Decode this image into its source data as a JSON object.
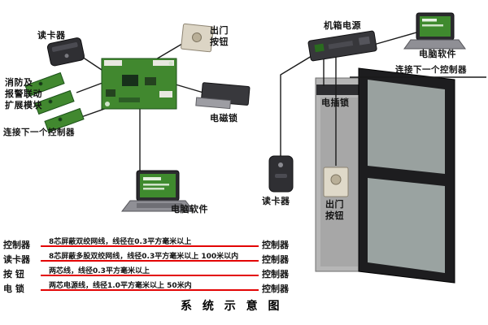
{
  "title": "系 统 示 意 图",
  "left_section": {
    "card_reader": "读卡器",
    "exit_button_l1": "出门",
    "exit_button_l2": "按钮",
    "fire_module_l1": "消防及",
    "fire_module_l2": "报警联动",
    "fire_module_l3": "扩展模块",
    "connect_next": "连接下一个控制器",
    "magnetic_lock": "电磁锁",
    "pc_software": "电脑软件"
  },
  "right_section": {
    "chassis_power": "机箱电源",
    "pc_software": "电脑软件",
    "connect_next": "连接下一个控制器",
    "electric_bolt_lock": "电插锁",
    "card_reader": "读卡器",
    "exit_button_l1": "出门",
    "exit_button_l2": "按钮"
  },
  "wiring_table": {
    "rows": [
      {
        "left": "控制器",
        "spec": "8芯屏蔽双绞网线，线径在0.3平方毫米以上",
        "right": "控制器"
      },
      {
        "left": "读卡器",
        "spec": "8芯屏蔽多股双绞网线，线径0.3平方毫米以上 100米以内",
        "right": "控制器"
      },
      {
        "left": "按 钮",
        "spec": "两芯线，线径0.3平方毫米以上",
        "right": "控制器"
      },
      {
        "left": "电 锁",
        "spec": "两芯电源线，线径1.0平方毫米以上 50米内",
        "right": "控制器"
      }
    ]
  },
  "colors": {
    "accent_red": "#e30404",
    "board_green": "#41882f",
    "device_dark": "#2f2f33"
  }
}
